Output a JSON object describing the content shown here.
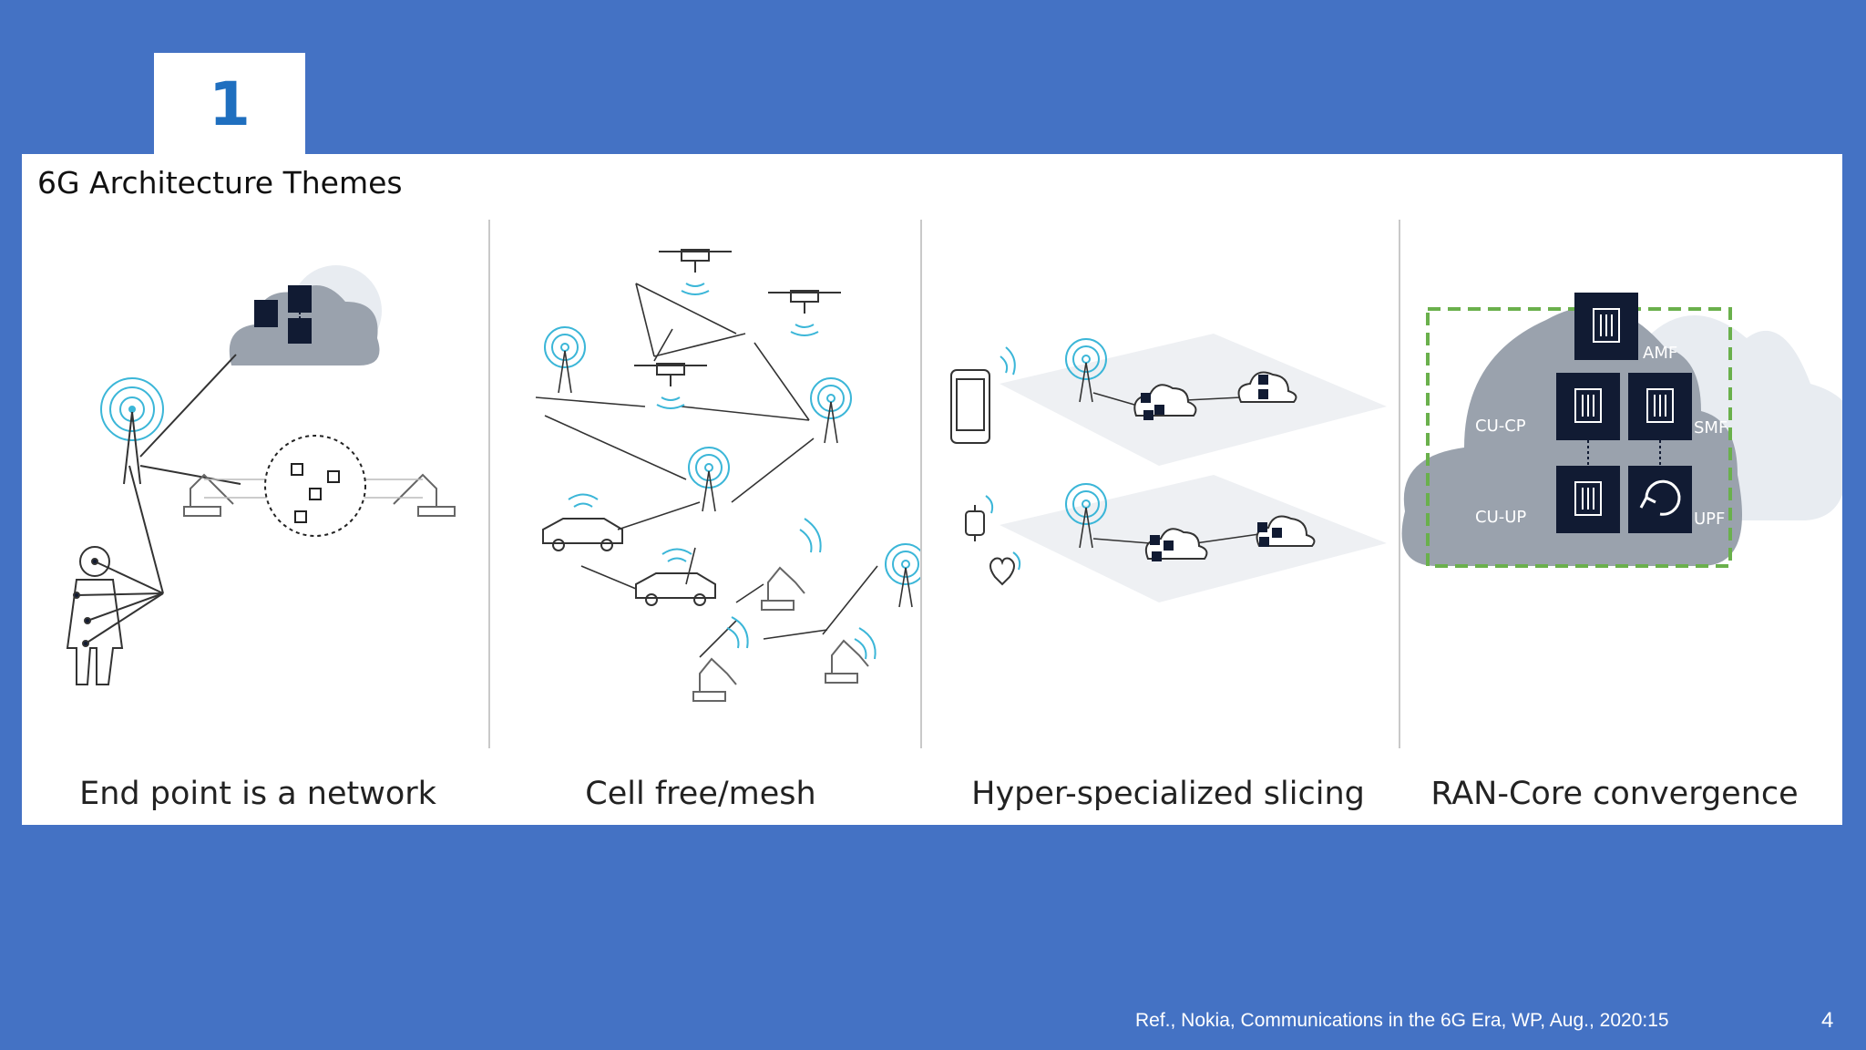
{
  "slide_number": "1",
  "title": "6G Architecture Themes",
  "themes": [
    {
      "caption": "End point is a network"
    },
    {
      "caption": "Cell free/mesh"
    },
    {
      "caption": "Hyper-specialized slicing"
    },
    {
      "caption": "RAN-Core convergence"
    }
  ],
  "convergence_labels": {
    "amf": "AMF",
    "cu_cp": "CU-CP",
    "smf": "SMF",
    "cu_up": "CU-UP",
    "upf": "UPF"
  },
  "footnote": "Ref., Nokia, Communications in the 6G Era, WP, Aug., 2020:15",
  "page_number": "4",
  "colors": {
    "background": "#4472c4",
    "accent_cyan": "#3bb6d8",
    "dark_box": "#111b33",
    "cloud": "#9aa2ad",
    "dashed_green": "#6ab04c"
  }
}
